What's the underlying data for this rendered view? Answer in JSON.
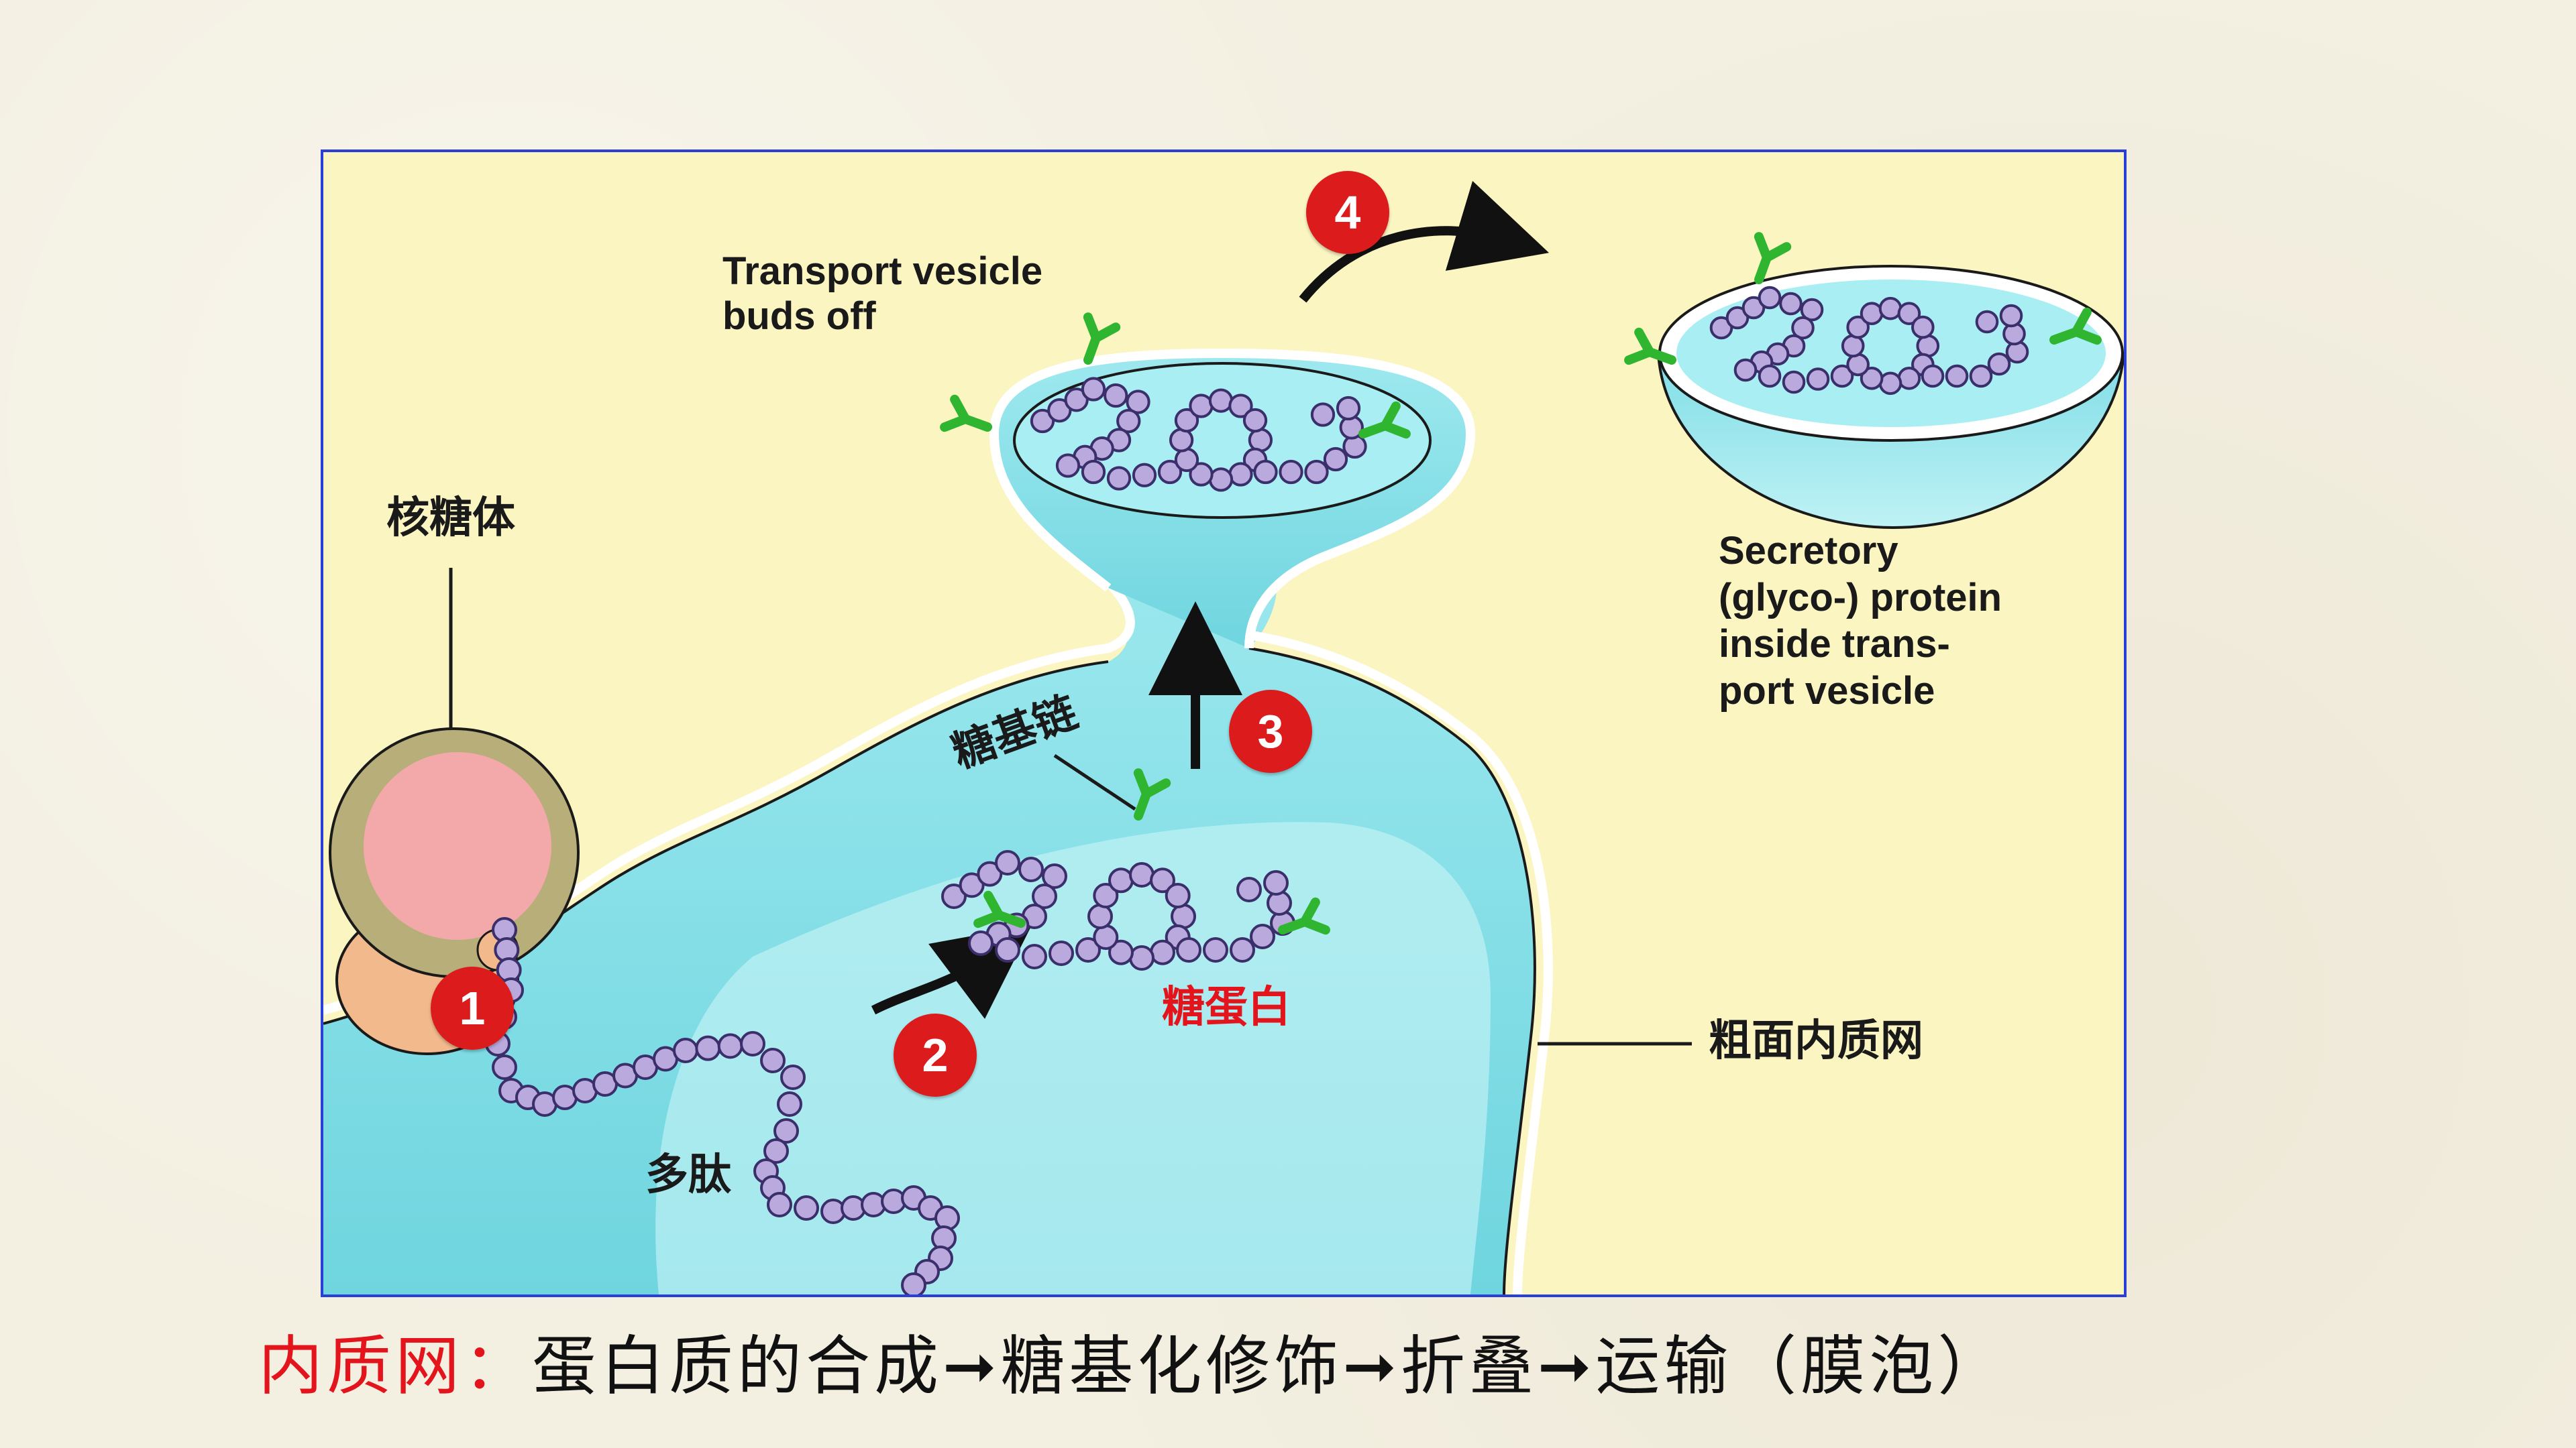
{
  "diagram": {
    "labels": {
      "ribosome": "核糖体",
      "transport_vesicle": "Transport vesicle\nbuds off",
      "secretory": "Secretory\n(glyco-) protein\ninside trans-\nport vesicle",
      "sugar_chain": "糖基链",
      "glycoprotein": "糖蛋白",
      "rough_er": "粗面内质网",
      "polypeptide": "多肽"
    },
    "steps": [
      "1",
      "2",
      "3",
      "4"
    ],
    "colors": {
      "background": "#fbf5c2",
      "frame": "#2a3fd6",
      "er_lumen": "#8fe3ea",
      "er_membrane": "#ffffff",
      "bead": "#b9a9dd",
      "sugar_chain": "#2fb52f",
      "ribosome_large": "#f3a9a9",
      "step_badge": "#dc1c1c"
    }
  },
  "caption": {
    "head": "内质网：",
    "body": "蛋白质的合成➞糖基化修饰➞折叠➞运输（膜泡）"
  }
}
